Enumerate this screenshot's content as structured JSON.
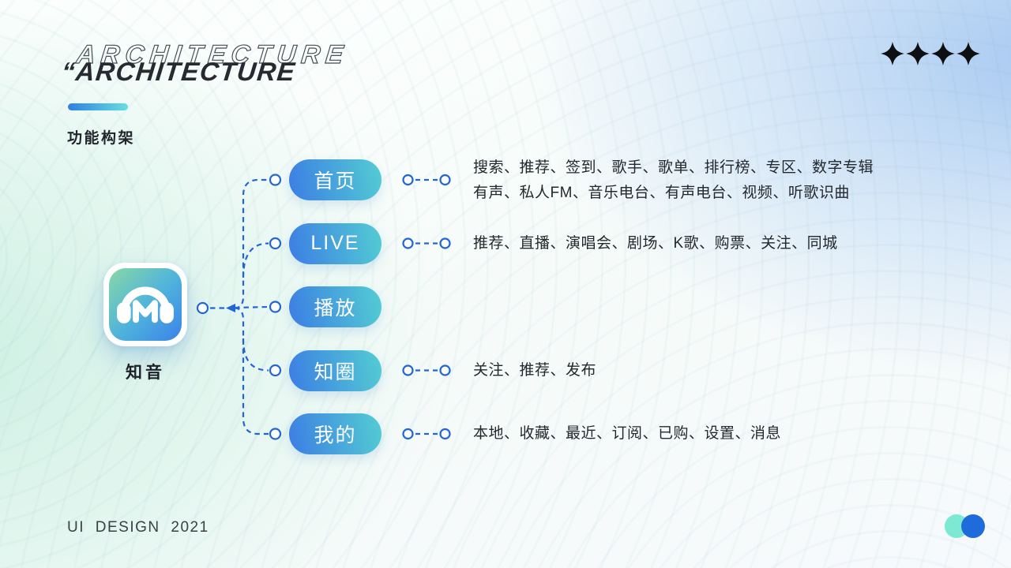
{
  "slide": {
    "title_outline": "ARCHITECTURE",
    "title_quote": "“",
    "title_main": "ARCHITECTURE",
    "subtitle": "功能构架",
    "footer": "UI  DESIGN  2021"
  },
  "app": {
    "name": "知音",
    "icon": "headphones-m-logo"
  },
  "nodes": [
    {
      "label": "首页",
      "lines": [
        "搜索、推荐、签到、歌手、歌单、排行榜、专区、数字专辑",
        "有声、私人FM、音乐电台、有声电台、视频、听歌识曲"
      ]
    },
    {
      "label": "LIVE",
      "lines": [
        "推荐、直播、演唱会、剧场、K歌、购票、关注、同城"
      ]
    },
    {
      "label": "播放",
      "lines": []
    },
    {
      "label": "知圈",
      "lines": [
        "关注、推荐、发布"
      ]
    },
    {
      "label": "我的",
      "lines": [
        "本地、收藏、最近、订阅、已购、设置、消息"
      ]
    }
  ],
  "colors": {
    "connector_blue": "#2265D4",
    "pill_gradient_start": "#3C7DE4",
    "pill_gradient_end": "#53CDD3",
    "icon_gradient_start": "#88D8A6",
    "icon_gradient_end": "#3B82E8",
    "accent_bar_start": "#2F7FE3",
    "accent_bar_end": "#66DFE0",
    "dot_teal": "#7DE9D3",
    "dot_blue": "#1F6BDB",
    "sparkle_black": "#0D0F12"
  }
}
